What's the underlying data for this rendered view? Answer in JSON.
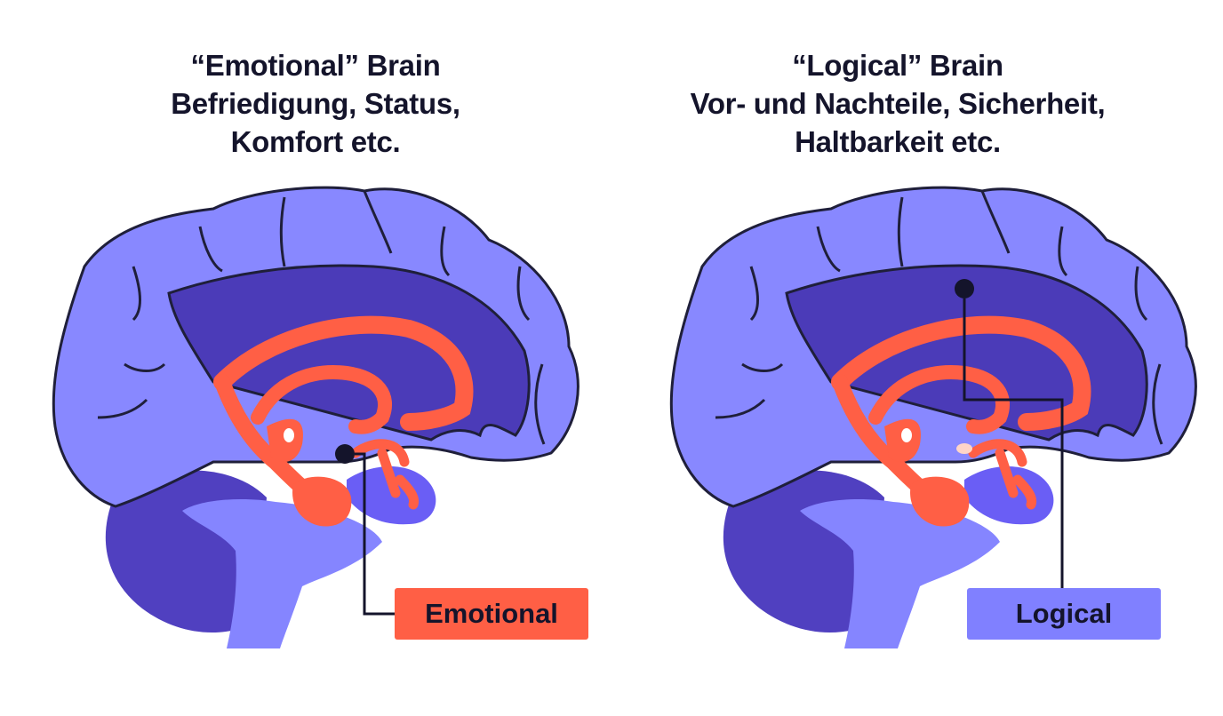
{
  "left_panel": {
    "heading_lines": [
      "“Emotional” Brain",
      "Befriedigung, Status,",
      "Komfort etc."
    ],
    "label": "Emotional",
    "label_color": "#ff5f45"
  },
  "right_panel": {
    "heading_lines": [
      "“Logical” Brain",
      "Vor- und Nachteile, Sicherheit,",
      "Haltbarkeit etc."
    ],
    "label": "Logical",
    "label_color": "#8080ff"
  },
  "colors": {
    "cortex": "#8888ff",
    "inner": "#4b3bb8",
    "cerebellum": "#5040c0",
    "brainstem": "#8585ff",
    "limbic": "#ff5f45",
    "outline": "#1f1f3a"
  }
}
